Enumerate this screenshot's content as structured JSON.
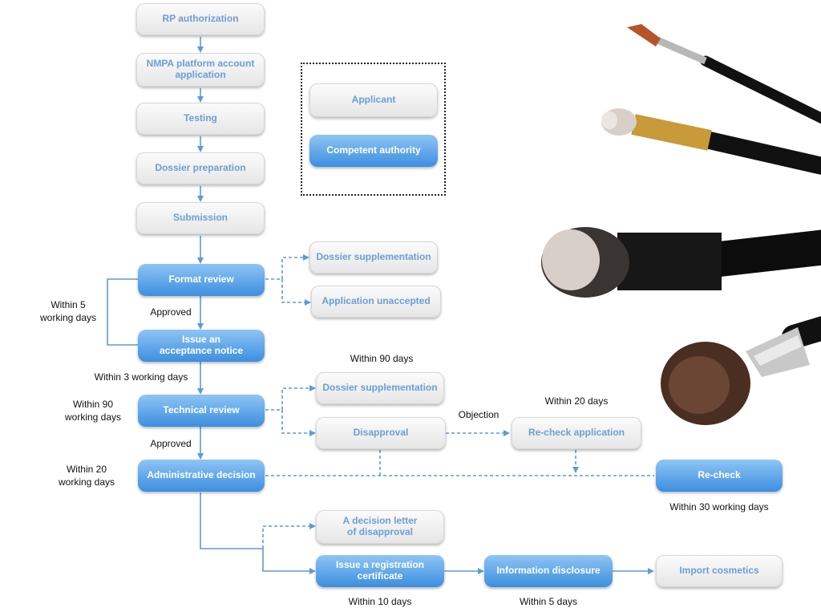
{
  "colors": {
    "applicant_text": "#6a9fd6",
    "authority_fill": "#3d8ee0",
    "connector": "#5b9bd5",
    "label_text": "#111111"
  },
  "legend": {
    "applicant": "Applicant",
    "authority": "Competent authority"
  },
  "nodes": {
    "rp_authorization": "RP authorization",
    "nmpa_line1": "NMPA platform account",
    "nmpa_line2": "application",
    "testing": "Testing",
    "dossier_preparation": "Dossier preparation",
    "submission": "Submission",
    "format_review": "Format review",
    "dossier_supplementation_1": "Dossier supplementation",
    "application_unaccepted": "Application unaccepted",
    "acceptance_line1": "Issue an",
    "acceptance_line2": "acceptance notice",
    "technical_review": "Technical review",
    "dossier_supplementation_2": "Dossier supplementation",
    "disapproval": "Disapproval",
    "recheck_application": "Re-check application",
    "administrative_decision": "Administrative decision",
    "recheck": "Re-check",
    "decision_letter_line1": "A decision letter",
    "decision_letter_line2": "of disapproval",
    "registration_line1": "Issue a registration",
    "registration_line2": "certificate",
    "information_disclosure": "Information disclosure",
    "import_cosmetics": "Import cosmetics"
  },
  "labels": {
    "within5_line1": "Within 5",
    "within5_line2": "working days",
    "approved_1": "Approved",
    "within3": "Within 3 working days",
    "within90_days": "Within 90 days",
    "within90_line1": "Within 90",
    "within90_line2": "working days",
    "approved_2": "Approved",
    "objection": "Objection",
    "within20_days": "Within 20 days",
    "within20_line1": "Within 20",
    "within20_line2": "working days",
    "within30": "Within 30 working days",
    "within10": "Within 10 days",
    "within5_days": "Within 5 days"
  }
}
